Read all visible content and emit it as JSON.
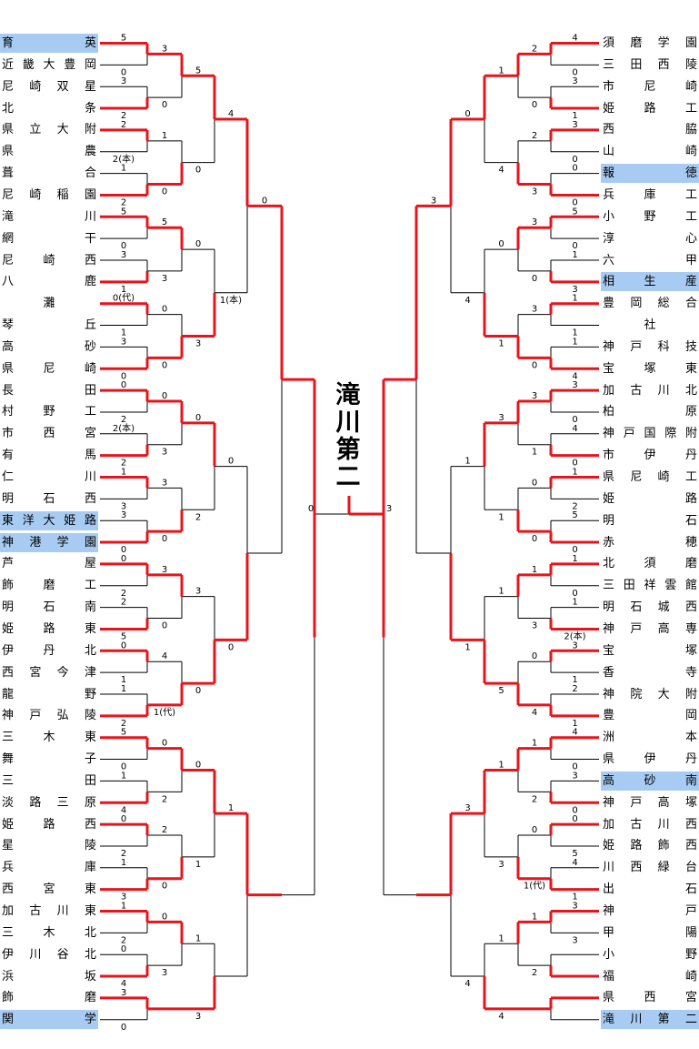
{
  "champion": [
    "滝",
    "川",
    "第",
    "二"
  ],
  "left_teams": [
    {
      "name": "育英",
      "hl": true
    },
    {
      "name": "近畿大豊岡",
      "hl": false
    },
    {
      "name": "尼崎双星",
      "hl": false
    },
    {
      "name": "北条",
      "hl": false
    },
    {
      "name": "県立大附",
      "hl": false
    },
    {
      "name": "県農",
      "hl": false
    },
    {
      "name": "葺合",
      "hl": false
    },
    {
      "name": "尼崎稲園",
      "hl": false
    },
    {
      "name": "滝川",
      "hl": false
    },
    {
      "name": "網干",
      "hl": false
    },
    {
      "name": "尼崎西",
      "hl": false
    },
    {
      "name": "八鹿",
      "hl": false
    },
    {
      "name": "灘",
      "hl": false,
      "center": true
    },
    {
      "name": "琴丘",
      "hl": false
    },
    {
      "name": "高砂",
      "hl": false
    },
    {
      "name": "県尼崎",
      "hl": false
    },
    {
      "name": "長田",
      "hl": false
    },
    {
      "name": "村野工",
      "hl": false
    },
    {
      "name": "市西宮",
      "hl": false
    },
    {
      "name": "有馬",
      "hl": false
    },
    {
      "name": "仁川",
      "hl": false
    },
    {
      "name": "明石西",
      "hl": false
    },
    {
      "name": "東洋大姫路",
      "hl": true
    },
    {
      "name": "神港学園",
      "hl": true
    },
    {
      "name": "芦屋",
      "hl": false
    },
    {
      "name": "飾磨工",
      "hl": false
    },
    {
      "name": "明石南",
      "hl": false
    },
    {
      "name": "姫路東",
      "hl": false
    },
    {
      "name": "伊丹北",
      "hl": false
    },
    {
      "name": "西宮今津",
      "hl": false
    },
    {
      "name": "龍野",
      "hl": false
    },
    {
      "name": "神戸弘陵",
      "hl": false
    },
    {
      "name": "三木東",
      "hl": false
    },
    {
      "name": "舞子",
      "hl": false
    },
    {
      "name": "三田",
      "hl": false
    },
    {
      "name": "淡路三原",
      "hl": false
    },
    {
      "name": "姫路西",
      "hl": false
    },
    {
      "name": "星陵",
      "hl": false
    },
    {
      "name": "兵庫",
      "hl": false
    },
    {
      "name": "西宮東",
      "hl": false
    },
    {
      "name": "加古川東",
      "hl": false
    },
    {
      "name": "三木北",
      "hl": false
    },
    {
      "name": "伊川谷北",
      "hl": false
    },
    {
      "name": "浜坂",
      "hl": false
    },
    {
      "name": "飾磨",
      "hl": false
    },
    {
      "name": "関学",
      "hl": true
    }
  ],
  "right_teams": [
    {
      "name": "須磨学園",
      "hl": false
    },
    {
      "name": "三田西陵",
      "hl": false
    },
    {
      "name": "市尼崎",
      "hl": false
    },
    {
      "name": "姫路工",
      "hl": false
    },
    {
      "name": "西脇",
      "hl": false
    },
    {
      "name": "山崎",
      "hl": false
    },
    {
      "name": "報徳",
      "hl": true
    },
    {
      "name": "兵庫工",
      "hl": false
    },
    {
      "name": "小野工",
      "hl": false
    },
    {
      "name": "淳心",
      "hl": false
    },
    {
      "name": "六甲",
      "hl": false
    },
    {
      "name": "相生産",
      "hl": true
    },
    {
      "name": "豊岡総合",
      "hl": false
    },
    {
      "name": "社",
      "hl": false,
      "center": true
    },
    {
      "name": "神戸科技",
      "hl": false
    },
    {
      "name": "宝塚東",
      "hl": false
    },
    {
      "name": "加古川北",
      "hl": false
    },
    {
      "name": "柏原",
      "hl": false
    },
    {
      "name": "神戸国際附",
      "hl": false
    },
    {
      "name": "市伊丹",
      "hl": false
    },
    {
      "name": "県尼崎工",
      "hl": false
    },
    {
      "name": "姫路",
      "hl": false
    },
    {
      "name": "明石",
      "hl": false
    },
    {
      "name": "赤穂",
      "hl": false
    },
    {
      "name": "北須磨",
      "hl": false
    },
    {
      "name": "三田祥雲館",
      "hl": false
    },
    {
      "name": "明石城西",
      "hl": false
    },
    {
      "name": "神戸高専",
      "hl": false
    },
    {
      "name": "宝塚",
      "hl": false
    },
    {
      "name": "香寺",
      "hl": false
    },
    {
      "name": "神院大附",
      "hl": false
    },
    {
      "name": "豊岡",
      "hl": false
    },
    {
      "name": "洲本",
      "hl": false
    },
    {
      "name": "県伊丹",
      "hl": false
    },
    {
      "name": "高砂南",
      "hl": true
    },
    {
      "name": "神戸高塚",
      "hl": false
    },
    {
      "name": "加古川西",
      "hl": false
    },
    {
      "name": "姫路飾西",
      "hl": false
    },
    {
      "name": "川西緑台",
      "hl": false
    },
    {
      "name": "出石",
      "hl": false
    },
    {
      "name": "神戸",
      "hl": false
    },
    {
      "name": "甲陽",
      "hl": false
    },
    {
      "name": "小野",
      "hl": false
    },
    {
      "name": "福崎",
      "hl": false
    },
    {
      "name": "県西宮",
      "hl": false
    },
    {
      "name": "滝川第二",
      "hl": true
    }
  ],
  "left_scores": {
    "r1": [
      [
        "5",
        "0"
      ],
      [
        "3",
        "2"
      ],
      [
        "2",
        "2(本)"
      ],
      [
        "1",
        "2"
      ],
      [
        "5",
        "0"
      ],
      [
        "3",
        "1"
      ],
      [
        "0(代)",
        "1"
      ],
      [
        "3",
        "0"
      ],
      [
        "0",
        "2"
      ],
      [
        "2(本)",
        "2"
      ],
      [
        "1",
        "3"
      ],
      [
        "3",
        "0"
      ],
      [
        "0",
        "2"
      ],
      [
        "2",
        "5"
      ],
      [
        "0",
        "1"
      ],
      [
        "1",
        "2"
      ],
      [
        "5",
        "0"
      ],
      [
        "1",
        "4"
      ],
      [
        "0",
        "2"
      ],
      [
        "1",
        "3"
      ],
      [
        "1",
        "2"
      ],
      [
        "0",
        "4"
      ],
      [
        "3",
        "0"
      ]
    ],
    "r2": [
      [
        "3",
        "0"
      ],
      [
        "1",
        "0"
      ],
      [
        "5",
        "3"
      ],
      [
        "0",
        "0"
      ],
      [
        "0",
        "3"
      ],
      [
        "3",
        "0"
      ],
      [
        "3",
        "0"
      ],
      [
        "4",
        "1(代)"
      ],
      [
        "0",
        "2"
      ],
      [
        "2",
        "0"
      ],
      [
        "0",
        "3"
      ]
    ],
    "r3": [
      [
        "5",
        "0"
      ],
      [
        "0",
        "3"
      ],
      [
        "0",
        "2"
      ],
      [
        "3",
        "0"
      ],
      [
        "0",
        "1"
      ],
      [
        "1",
        "3"
      ]
    ],
    "r4": [
      [
        "4",
        "1(本)"
      ],
      [
        "0",
        "0"
      ],
      [
        "1",
        ""
      ]
    ],
    "r5": [
      [
        "0",
        ""
      ]
    ]
  },
  "right_scores": {
    "r1": [
      [
        "4",
        "0"
      ],
      [
        "3",
        "1"
      ],
      [
        "3",
        "0"
      ],
      [
        "0",
        "0"
      ],
      [
        "5",
        "0"
      ],
      [
        "1",
        "3"
      ],
      [
        "1",
        "1"
      ],
      [
        "1",
        "4"
      ],
      [
        "3",
        "0"
      ],
      [
        "4",
        "0"
      ],
      [
        "1",
        "2"
      ],
      [
        "5",
        "0"
      ],
      [
        "1",
        "0"
      ],
      [
        "1",
        "2(本)"
      ],
      [
        "3",
        "1"
      ],
      [
        "2",
        "1"
      ],
      [
        "4",
        "0"
      ],
      [
        "3",
        "0"
      ],
      [
        "0",
        "5"
      ],
      [
        "4",
        "1"
      ],
      [
        "3",
        "3"
      ]
    ],
    "r2": [
      [
        "2",
        "0"
      ],
      [
        "2",
        "3"
      ],
      [
        "3",
        "0"
      ],
      [
        "3",
        "0"
      ],
      [
        "3",
        "1"
      ],
      [
        "0",
        "0"
      ],
      [
        "1",
        "3"
      ],
      [
        "0",
        "4"
      ],
      [
        "1",
        "2"
      ],
      [
        "0",
        "1(代)"
      ],
      [
        "1",
        "2"
      ]
    ],
    "r3": [
      [
        "1",
        "4"
      ],
      [
        "0",
        "1"
      ],
      [
        "3",
        "1"
      ],
      [
        "1",
        "5"
      ],
      [
        "1",
        "3"
      ],
      [
        "1",
        "4"
      ]
    ],
    "r4": [
      [
        "0",
        "4"
      ],
      [
        "1",
        "1"
      ],
      [
        "3",
        "4"
      ]
    ],
    "r5": [
      [
        "3",
        ""
      ]
    ]
  },
  "colors": {
    "win_line": "#e8141c",
    "lose_line": "#000000",
    "highlight": "#a7cbf2"
  }
}
